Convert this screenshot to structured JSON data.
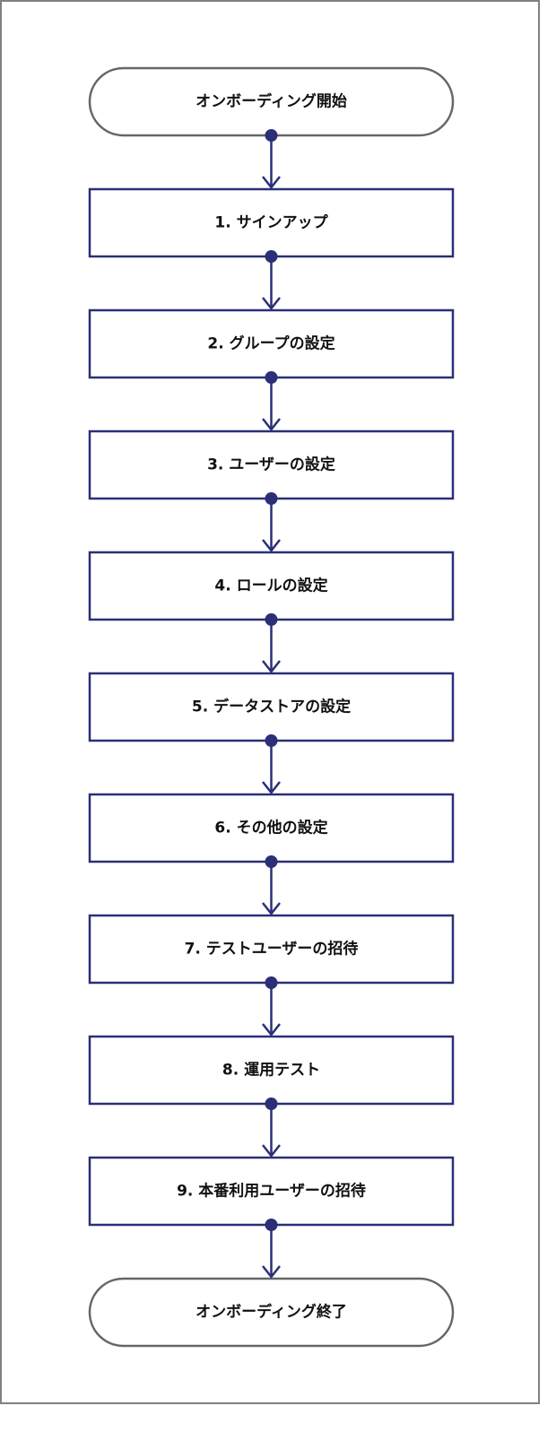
{
  "flow": {
    "start": "オンボーディング開始",
    "steps": [
      "1. サインアップ",
      "2. グループの設定",
      "3. ユーザーの設定",
      "4. ロールの設定",
      "5. データストアの設定",
      "6. その他の設定",
      "7. テストユーザーの招待",
      "8. 運用テスト",
      "9. 本番利用ユーザーの招待"
    ],
    "end": "オンボーディング終了"
  },
  "colors": {
    "step_border": "#2a2f78",
    "terminal_border": "#666666",
    "connector": "#2a2f78",
    "frame": "#808080",
    "text": "#111111"
  }
}
